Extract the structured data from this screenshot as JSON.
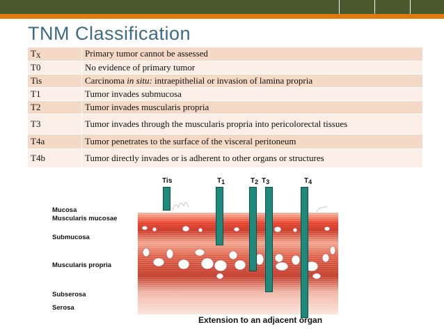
{
  "slide": {
    "title": "TNM Classification",
    "colors": {
      "topbar": "#4a5a2c",
      "accent": "#e07b12",
      "title": "#3d6b85",
      "row_odd": "#f4d9c7",
      "row_even": "#faeee6",
      "invasion_bar": "#1f8a7c"
    }
  },
  "table": {
    "rows": [
      {
        "code": "T",
        "code_sub": "X",
        "desc_before": "Primary tumor cannot be assessed",
        "desc_italic": "",
        "desc_after": ""
      },
      {
        "code": "T0",
        "code_sub": "",
        "desc_before": "No evidence of primary tumor",
        "desc_italic": "",
        "desc_after": ""
      },
      {
        "code": "Tis",
        "code_sub": "",
        "desc_before": "Carcinoma ",
        "desc_italic": "in situ:",
        "desc_after": " intraepithelial or invasion of lamina propria"
      },
      {
        "code": "T1",
        "code_sub": "",
        "desc_before": "Tumor invades submucosa",
        "desc_italic": "",
        "desc_after": ""
      },
      {
        "code": "T2",
        "code_sub": "",
        "desc_before": "Tumor invades muscularis propria",
        "desc_italic": "",
        "desc_after": ""
      },
      {
        "code": "T3",
        "code_sub": "",
        "desc_before": "Tumor invades through the muscularis propria into pericolorectal tissues",
        "desc_italic": "",
        "desc_after": ""
      },
      {
        "code": "T4a",
        "code_sub": "",
        "desc_before": "Tumor penetrates to the surface of the visceral peritoneum",
        "desc_italic": "",
        "desc_after": ""
      },
      {
        "code": "T4b",
        "code_sub": "",
        "desc_before": "Tumor directly invades or is adherent to other organs or structures",
        "desc_italic": "",
        "desc_after": ""
      }
    ]
  },
  "diagram": {
    "layers": {
      "mucosa": "Mucosa",
      "muscularis_mucosae": "Muscularis mucosae",
      "submucosa": "Submucosa",
      "muscularis_propria": "Muscularis propria",
      "subserosa": "Subserosa",
      "serosa": "Serosa"
    },
    "stage_labels": {
      "tis": "Tis",
      "t1": {
        "main": "T",
        "sub": "1"
      },
      "t2": {
        "main": "T",
        "sub": "2"
      },
      "t3": {
        "main": "T",
        "sub": "3"
      },
      "t4": {
        "main": "T",
        "sub": "4"
      }
    },
    "caption": "Extension to an adjacent  organ"
  }
}
